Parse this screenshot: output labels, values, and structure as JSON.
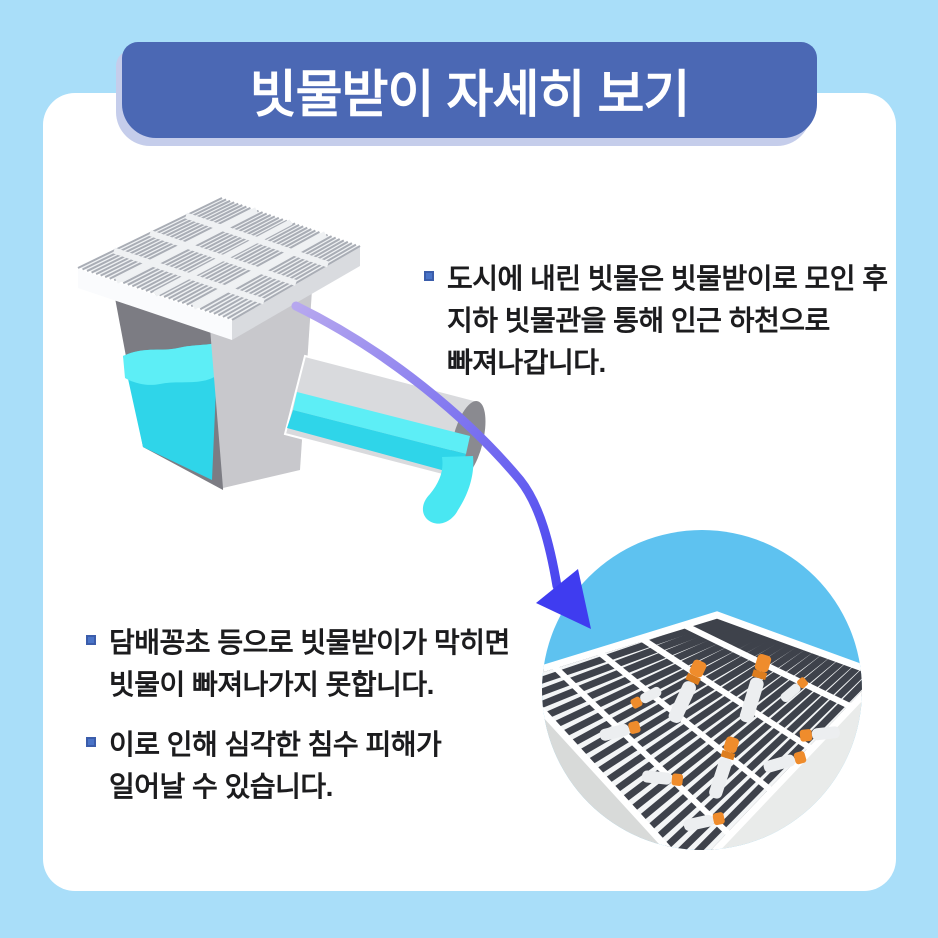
{
  "banner": {
    "title": "빗물받이 자세히 보기"
  },
  "intro": {
    "lines": [
      "도시에 내린 빗물은 빗물받이로 모인 후",
      "지하 빗물관을 통해 인근 하천으로",
      "빠져나갑니다."
    ]
  },
  "warnings": [
    {
      "lines": [
        "담배꽁초 등으로 빗물받이가 막히면",
        "빗물이 빠져나가지 못합니다."
      ]
    },
    {
      "lines": [
        "이로 인해 심각한 침수 피해가",
        "일어날 수 있습니다."
      ]
    }
  ],
  "icons": {
    "bullet": "square-bullet-icon",
    "arrow": "curved-flow-arrow-icon",
    "drain": "storm-drain-with-pipe-illustration",
    "clogged": "clogged-grate-with-cigarette-butts"
  },
  "colors": {
    "background": "#a9def9",
    "card": "#ffffff",
    "banner": "#4b68b4",
    "banner_shadow": "#c5cdeb",
    "text": "#1c1c1e",
    "bullet": "#4a74c8",
    "bullet_border": "#3b5dab",
    "arrow_start": "#b7a8ef",
    "arrow_end": "#3f3cf0",
    "water": "#2fd5e9",
    "water_light": "#5deef6",
    "sky": "#5ec2f0",
    "grate_dark": "#3e424b",
    "orange": "#ef8c2c"
  }
}
